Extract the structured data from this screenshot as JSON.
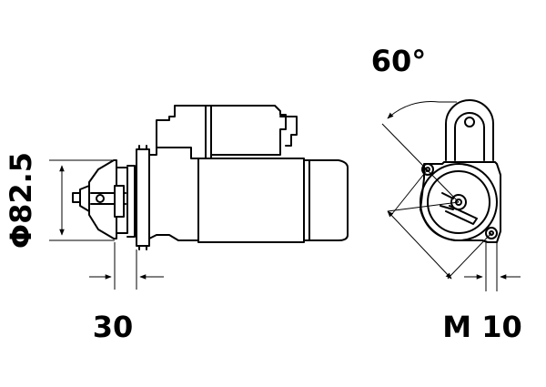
{
  "dimensions": {
    "diameter": "Φ82.5",
    "flange_offset": "30",
    "mounting_angle": "60°",
    "thread": "M 10"
  },
  "colors": {
    "line": "#000000",
    "background": "#ffffff"
  }
}
